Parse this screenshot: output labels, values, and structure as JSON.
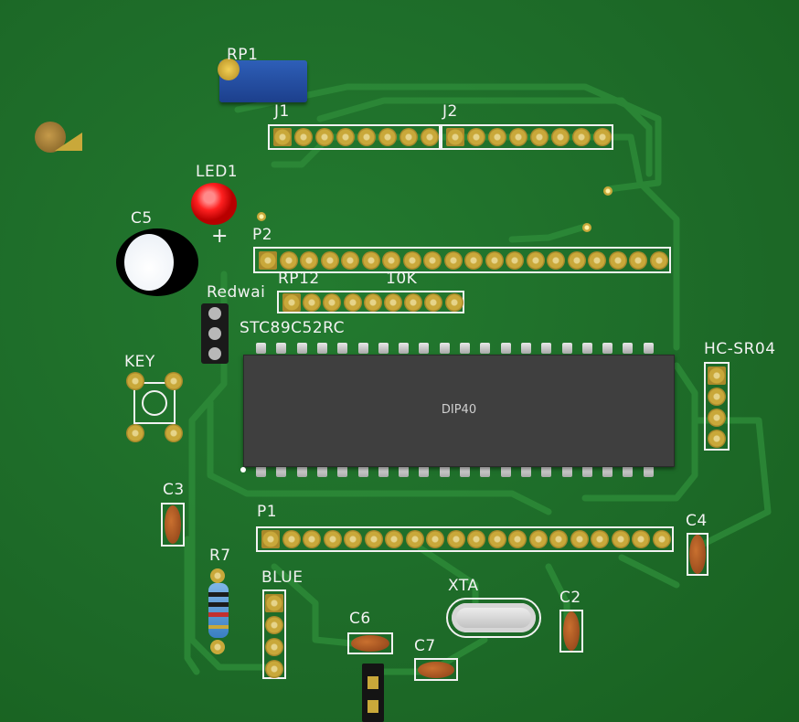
{
  "board": {
    "background_color": "#1f6b2a",
    "trace_color": "#2f8a3a",
    "silk_color": "#f2f2f2",
    "pad_color": "#c9a83a"
  },
  "labels": {
    "rp1": "RP1",
    "j1": "J1",
    "j2": "J2",
    "led1": "LED1",
    "led_plus": "+",
    "c5": "C5",
    "p2": "P2",
    "rp12": "RP12",
    "res10k": "10K",
    "redwai": "Redwai",
    "stc": "STC89C52RC",
    "key": "KEY",
    "dip40": "DIP40",
    "hcsr04": "HC-SR04",
    "c3": "C3",
    "p1": "P1",
    "c4": "C4",
    "r7": "R7",
    "blue": "BLUE",
    "xta": "XTA",
    "c2": "C2",
    "c6": "C6",
    "c7": "C7"
  },
  "headers": {
    "j1_pins": 8,
    "j2_pins": 8,
    "p2_pins": 20,
    "rp12_pins": 9,
    "p1_pins": 20,
    "hcsr04_pins": 4,
    "blue_pins": 4,
    "redwai_pins": 3,
    "dip40_pins_per_side": 20
  }
}
